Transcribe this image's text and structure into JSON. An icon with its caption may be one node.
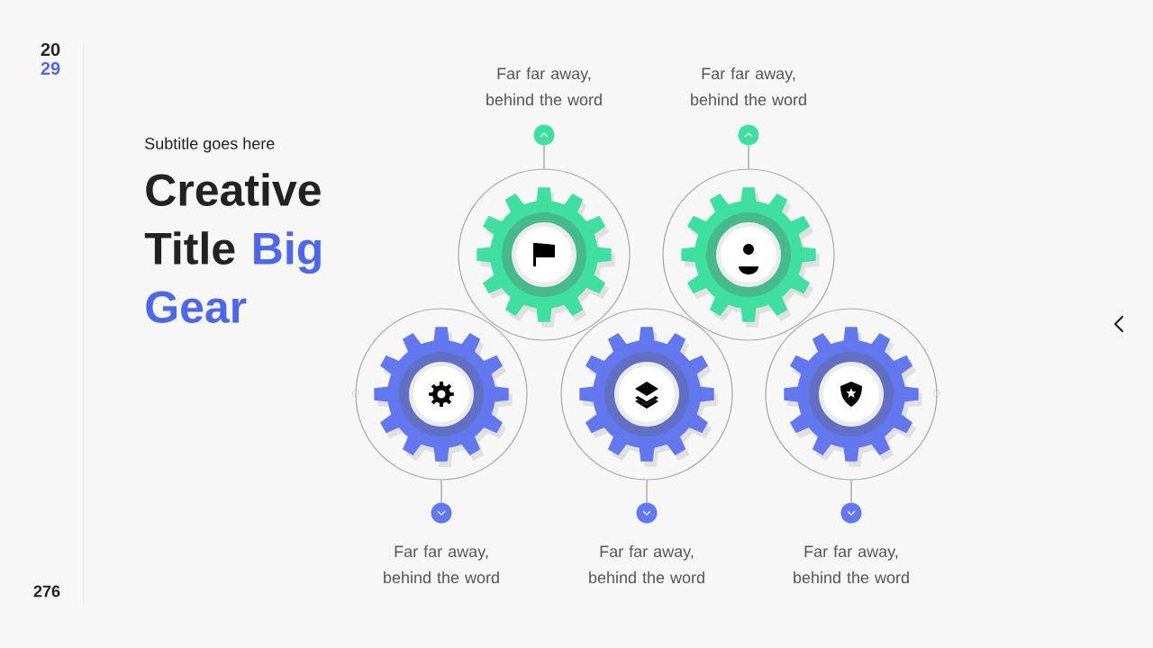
{
  "diagram": {
    "title": "Creative Title",
    "nodes": [
      {
        "text": [],
        "shape": "gear"
      },
      {
        "text": [],
        "shape": "gear"
      },
      {
        "text": [],
        "shape": "gear"
      },
      {
        "text": [],
        "shape": "gear"
      },
      {
        "text": [],
        "shape": "gear"
      },
      {
        "text": [],
        "shape": "circle",
        "beside": [
          "Far far away, behind the word"
        ]
      },
      {
        "text": [],
        "shape": "circle",
        "beside": [
          "Far far away, behind the word"
        ]
      },
      {
        "text": [],
        "shape": "circle",
        "beside": [
          "Far far away, behind the word"
        ]
      },
      {
        "text": [],
        "shape": "circle",
        "beside": [
          "Far far away, behind the word"
        ]
      },
      {
        "text": [],
        "shape": "circle",
        "beside": [
          "Far far away, behind the word"
        ]
      }
    ],
    "edges": [
      {
        "from": 0,
        "to": 5,
        "arrow": "none"
      },
      {
        "from": 1,
        "to": 6,
        "arrow": "none"
      },
      {
        "from": 2,
        "to": 7,
        "arrow": "none"
      },
      {
        "from": 3,
        "to": 8,
        "arrow": "none"
      },
      {
        "from": 4,
        "to": 9,
        "arrow": "none"
      }
    ],
    "labels": [
      "20",
      "29",
      "Subtitle goes here",
      "Big Gear",
      "276"
    ]
  }
}
